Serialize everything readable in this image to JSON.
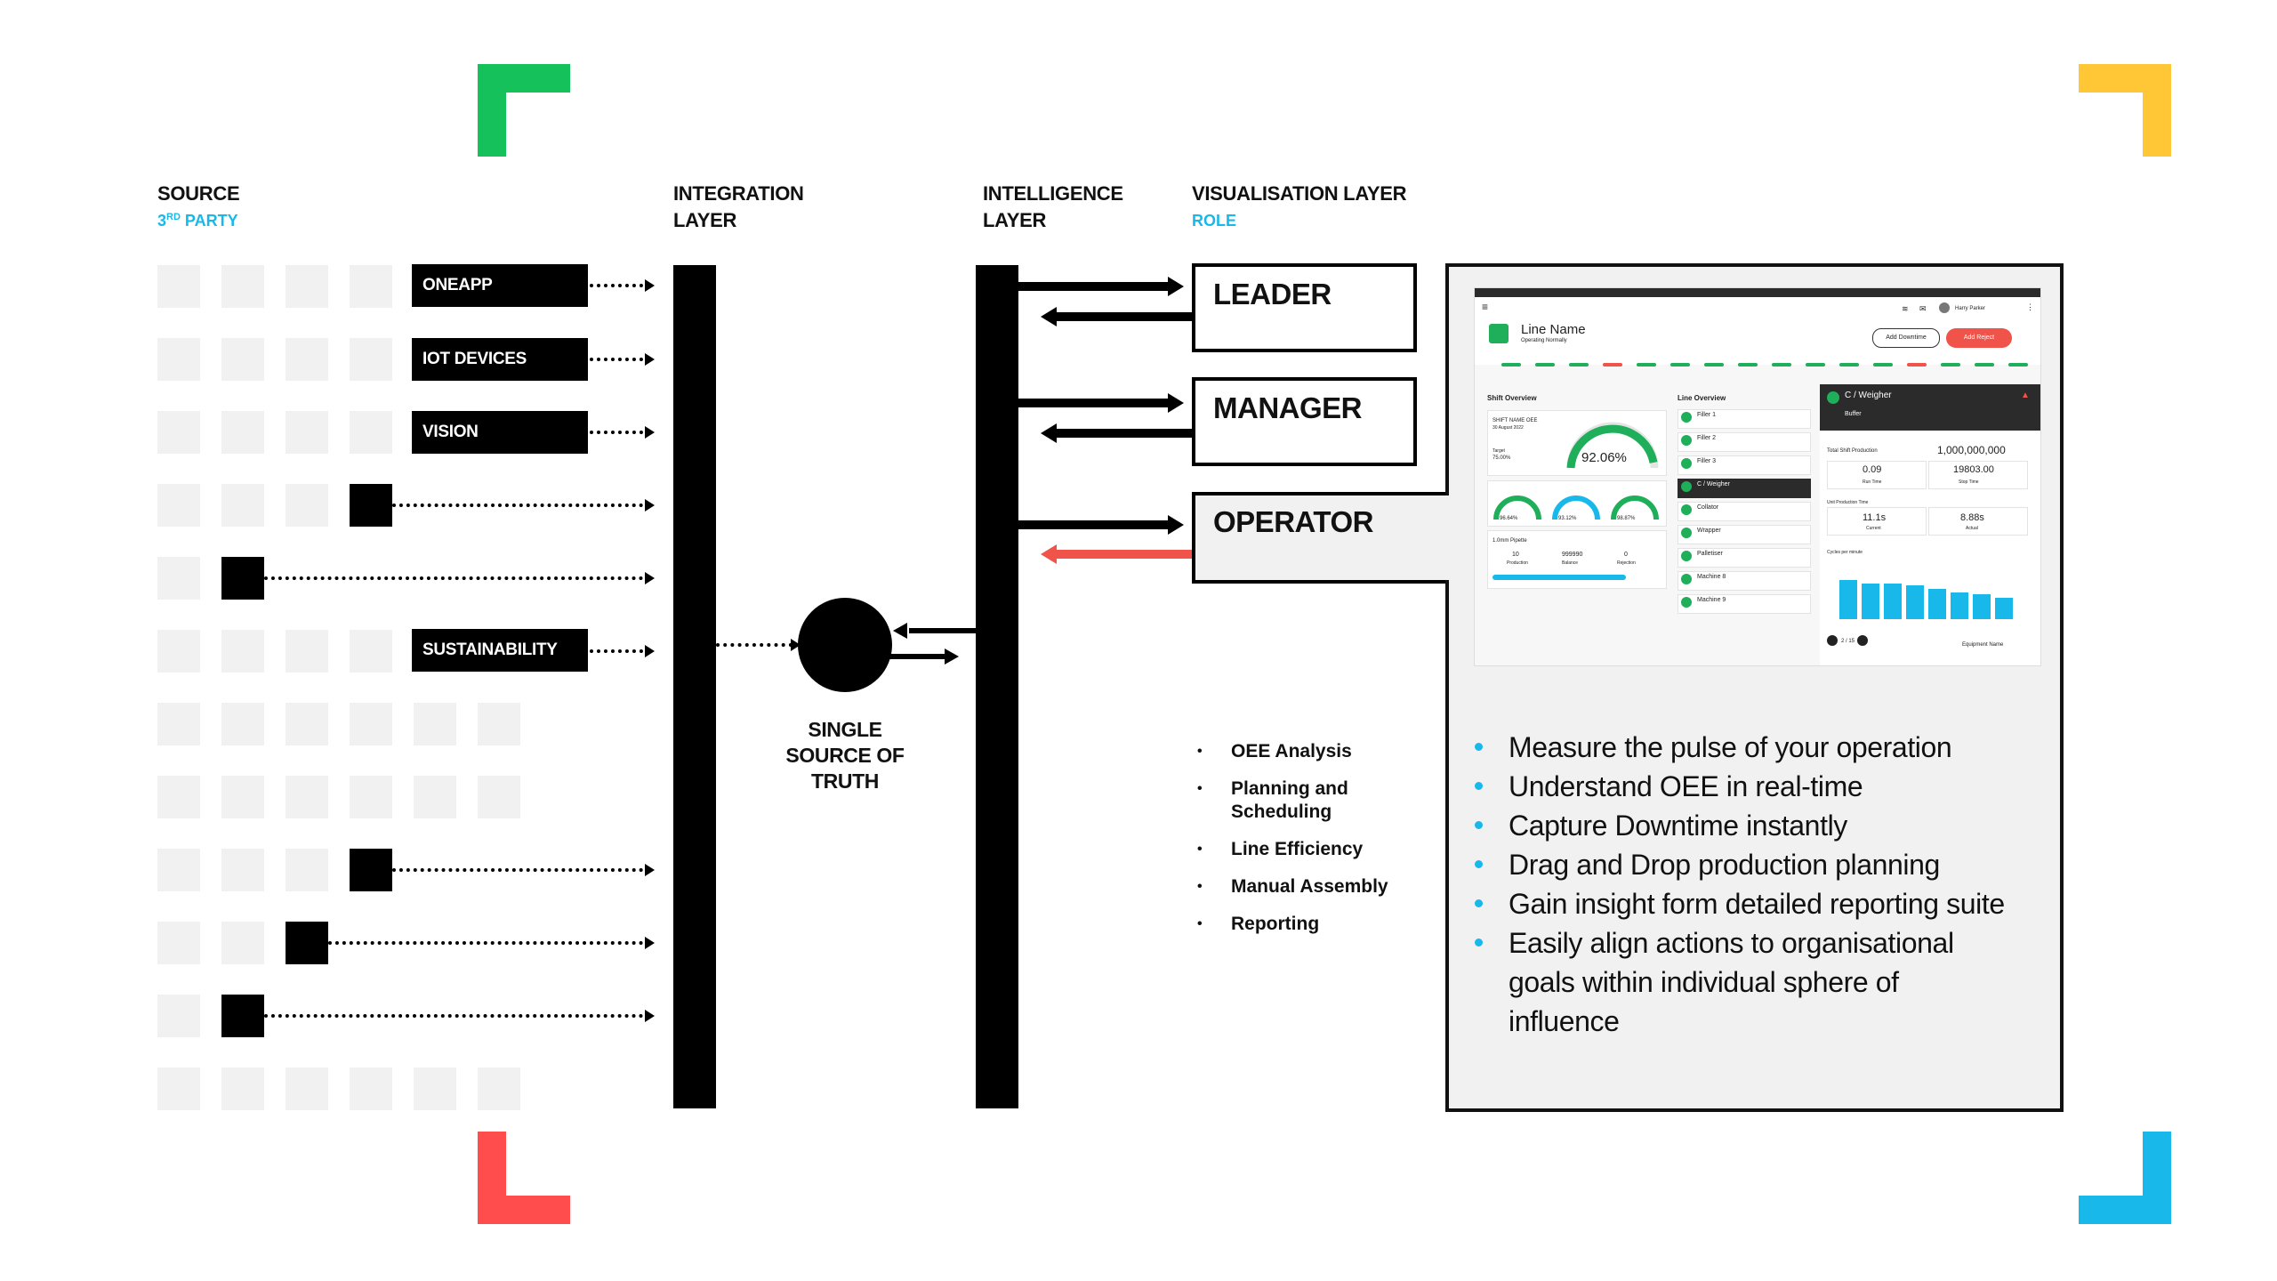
{
  "headers": {
    "source": "SOURCE",
    "source_sub": "3RD PARTY",
    "integration": [
      "INTEGRATION",
      "LAYER"
    ],
    "intelligence": [
      "INTELLIGENCE",
      "LAYER"
    ],
    "visualisation": "VISUALISATION LAYER",
    "visualisation_sub": "ROLE"
  },
  "sources": [
    "ONEAPP",
    "IOT DEVICES",
    "VISION",
    "SUSTAINABILITY"
  ],
  "single_source": [
    "SINGLE",
    "SOURCE OF",
    "TRUTH"
  ],
  "roles": [
    "LEADER",
    "MANAGER",
    "OPERATOR"
  ],
  "operator_features": [
    "OEE Analysis",
    "Planning and Scheduling",
    "Line Efficiency",
    "Manual Assembly",
    "Reporting"
  ],
  "benefits": [
    "Measure the pulse of your operation",
    "Understand OEE in real-time",
    "Capture Downtime instantly",
    "Drag and Drop production planning",
    "Gain insight form detailed reporting suite",
    "Easily align actions to organisational goals within individual sphere of influence"
  ],
  "colors": {
    "corner_top_left": "#14c15a",
    "corner_top_right": "#ffc735",
    "corner_bottom_left": "#ff4d4d",
    "corner_bottom_right": "#19b8ea",
    "operator_return_arrow": "#f0534a",
    "accent_blue": "#19b8ea"
  },
  "dashboard": {
    "title": "Line Name",
    "status": "Operating Normally",
    "user": "Harry Parker",
    "btn_downtime": "Add Downtime",
    "btn_reject": "Add Reject",
    "shift_overview": "Shift Overview",
    "shift_oee_label": "SHIFT NAME OEE",
    "shift_date": "30 August 2022",
    "target_label": "Target",
    "target": "75.00%",
    "oee": "92.06%",
    "availability": "96.64%",
    "performance": "93.12%",
    "quality": "98.87%",
    "product": "1.0mm Pipette",
    "production": "10",
    "balance": "999990",
    "rejection": "0",
    "production_label": "Production",
    "balance_label": "Balance",
    "rejection_label": "Rejection",
    "line_overview": "Line Overview",
    "line_items": [
      "Filler 1",
      "Filler 2",
      "Filler 3",
      "C / Weigher",
      "Collator",
      "Wrapper",
      "Palletiser",
      "Machine 8",
      "Machine 9"
    ],
    "detail_title": "C / Weigher",
    "detail_sub": "Buffer",
    "total_label": "Total Shift Production",
    "total": "1,000,000,000",
    "run_time": "0.09",
    "stop_time": "19803.00",
    "run_time_label": "Run Time",
    "stop_time_label": "Stop Time",
    "unit_time_label": "Unit Production Time",
    "current": "11.1s",
    "actual": "8.88s",
    "current_label": "Current",
    "actual_label": "Actual",
    "cycles_label": "Cycles per minute",
    "pager": "2 / 15",
    "equipment_label": "Equipment Name"
  }
}
